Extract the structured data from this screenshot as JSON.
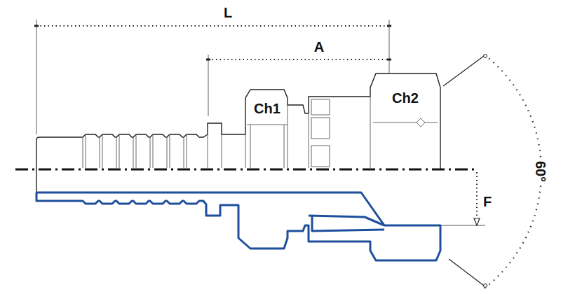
{
  "diagram": {
    "labels": [
      "L",
      "A",
      "Ch1",
      "Ch2",
      "F",
      "60°"
    ]
  }
}
